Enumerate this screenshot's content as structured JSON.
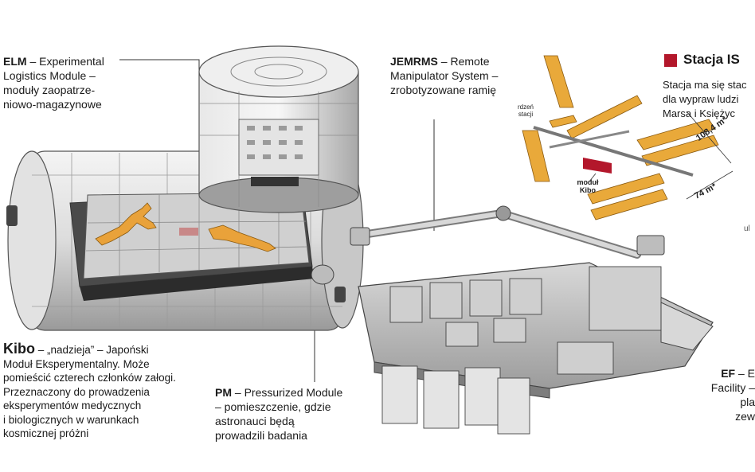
{
  "labels": {
    "elm": {
      "abbr": "ELM",
      "text": " – Experimental\nLogistics Module –\nmoduły zaopatrze-\nniowo-magazynowe"
    },
    "jemrms": {
      "abbr": "JEMRMS",
      "text": " – Remote\nManipulator System –\nzrobotyzowane ramię"
    },
    "kibo": {
      "abbr": "Kibo",
      "text": " – „nadzieja” – Japoński\nModuł Eksperymentalny. Może\npomieścić czterech członków załogi.\nPrzeznaczony do prowadzenia\neksperymentów medycznych\ni biologicznych w warunkach\nkosmicznej próżni"
    },
    "pm": {
      "abbr": "PM",
      "text": " – Pressurized Module\n– pomieszczenie, gdzie\nastronauci będą\nprowadzili badania"
    },
    "ef": {
      "abbr": "EF",
      "text": " – E\nFacility – pla\nzew"
    }
  },
  "inset": {
    "title": "Stacja IS",
    "description": "Stacja ma się stac\ndla wypraw ludzi\nMarsa i Księżyc",
    "core_label": "rdzeń\nstacji",
    "kibo_label": "moduł\nKibo",
    "dim_width": "108,4 m*",
    "dim_length": "74 m*",
    "edge_fragment": "ul"
  },
  "colors": {
    "accent": "#b3172b",
    "solar": "#e9a93a",
    "astronaut": "#e9a23a",
    "hull": "#e6e6e6",
    "hull_dark": "#8e8e8e"
  }
}
